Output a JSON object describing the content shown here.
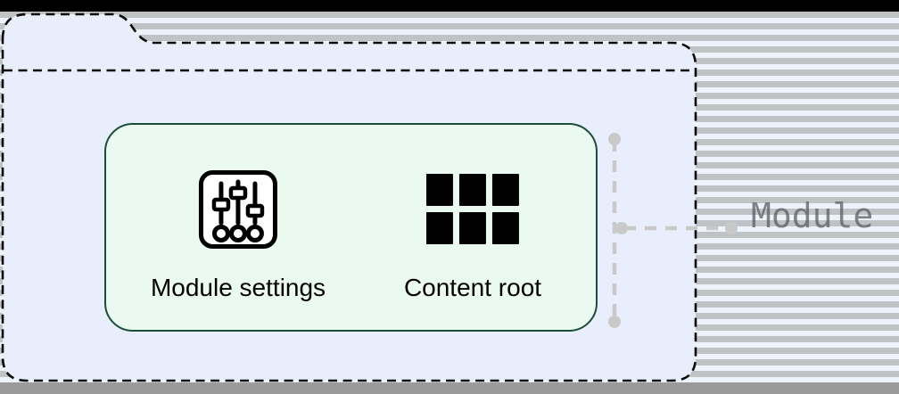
{
  "diagram": {
    "module_label": "Module",
    "folder": {
      "items": [
        {
          "label": "Module settings",
          "icon": "sliders-icon"
        },
        {
          "label": "Content root",
          "icon": "grid-icon"
        }
      ]
    },
    "annotation": {
      "label": "Module",
      "type": "height-dimension-line"
    }
  },
  "theme": {
    "folder_fill": "#e8eefc",
    "folder_border": "#0b0b0b",
    "box_fill": "#eafaf0",
    "box_border": "#1d4d38",
    "dimension_color": "#c9c9c9",
    "module_label_color": "#5f6468",
    "stripe_gray": "#c0c3c6",
    "stripe_light": "#eef2fb",
    "top_band": "#000000",
    "bottom_band": "#9a9a9a",
    "text_color": "#000000",
    "icon_color": "#000000"
  }
}
